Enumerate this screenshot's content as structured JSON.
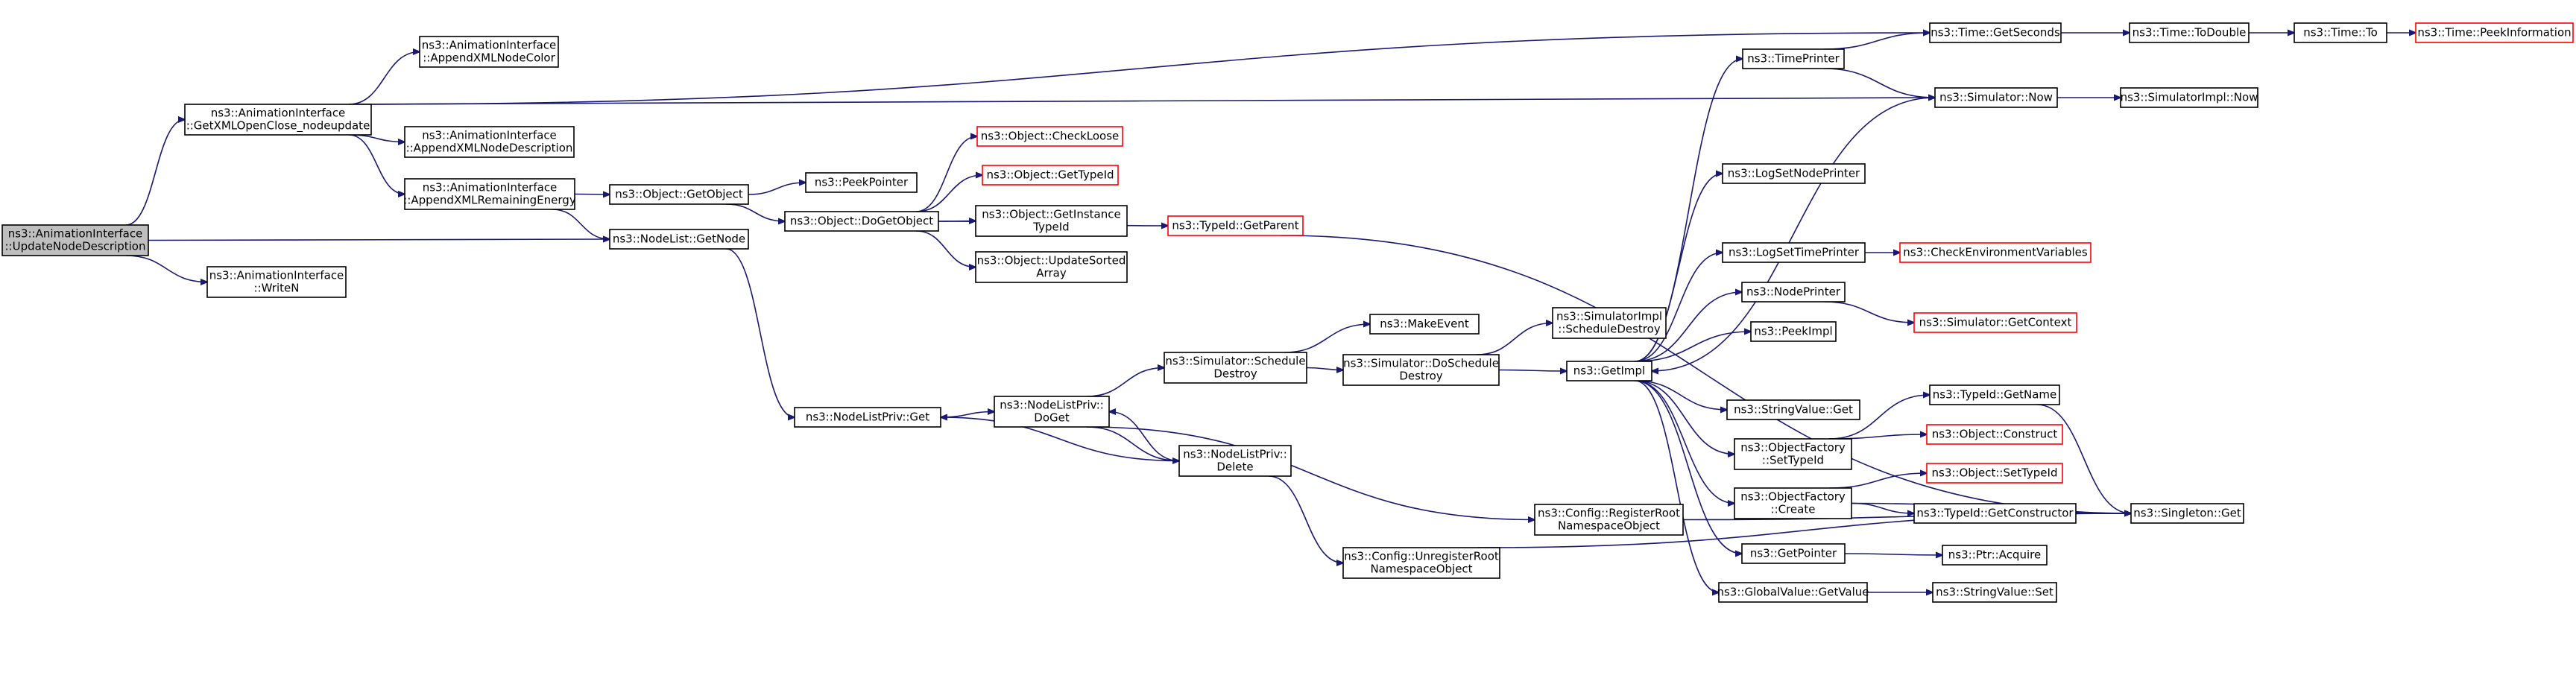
{
  "diagram": {
    "type": "call-graph",
    "colors": {
      "edge": "#191970",
      "node_border": "#000000",
      "truncated_border": "#ff0000",
      "focus_fill": "#bfbfbf",
      "node_fill": "#ffffff"
    },
    "nodes": [
      {
        "id": "n0",
        "lines": [
          "ns3::AnimationInterface",
          "::UpdateNodeDescription"
        ],
        "focus": true
      },
      {
        "id": "n1",
        "lines": [
          "ns3::AnimationInterface",
          "::GetXMLOpenClose_nodeupdate"
        ]
      },
      {
        "id": "n2",
        "lines": [
          "ns3::AnimationInterface",
          "::AppendXMLNodeColor"
        ]
      },
      {
        "id": "n3",
        "lines": [
          "ns3::AnimationInterface",
          "::AppendXMLNodeDescription"
        ]
      },
      {
        "id": "n4",
        "lines": [
          "ns3::AnimationInterface",
          "::AppendXMLRemainingEnergy"
        ]
      },
      {
        "id": "n5",
        "lines": [
          "ns3::Object::GetObject"
        ]
      },
      {
        "id": "n6",
        "lines": [
          "ns3::NodeList::GetNode"
        ]
      },
      {
        "id": "n7",
        "lines": [
          "ns3::AnimationInterface",
          "::WriteN"
        ]
      },
      {
        "id": "n8",
        "lines": [
          "ns3::PeekPointer"
        ]
      },
      {
        "id": "n9",
        "lines": [
          "ns3::Object::DoGetObject"
        ]
      },
      {
        "id": "n10",
        "lines": [
          "ns3::Object::CheckLoose"
        ],
        "truncated": true
      },
      {
        "id": "n11",
        "lines": [
          "ns3::Object::GetTypeId"
        ],
        "truncated": true
      },
      {
        "id": "n12",
        "lines": [
          "ns3::Object::GetInstance",
          "TypeId"
        ]
      },
      {
        "id": "n13",
        "lines": [
          "ns3::Object::UpdateSorted",
          "Array"
        ]
      },
      {
        "id": "n14",
        "lines": [
          "ns3::TypeId::GetParent"
        ],
        "truncated": true
      },
      {
        "id": "n15",
        "lines": [
          "ns3::NodeListPriv::Get"
        ]
      },
      {
        "id": "n16",
        "lines": [
          "ns3::NodeListPriv::",
          "DoGet"
        ]
      },
      {
        "id": "n17",
        "lines": [
          "ns3::NodeListPriv::",
          "Delete"
        ]
      },
      {
        "id": "n18",
        "lines": [
          "ns3::Simulator::Schedule",
          "Destroy"
        ]
      },
      {
        "id": "n19",
        "lines": [
          "ns3::MakeEvent"
        ]
      },
      {
        "id": "n20",
        "lines": [
          "ns3::Simulator::DoSchedule",
          "Destroy"
        ]
      },
      {
        "id": "n21",
        "lines": [
          "ns3::SimulatorImpl",
          "::ScheduleDestroy"
        ]
      },
      {
        "id": "n22",
        "lines": [
          "ns3::GetImpl"
        ]
      },
      {
        "id": "n23",
        "lines": [
          "ns3::Config::RegisterRoot",
          "NamespaceObject"
        ]
      },
      {
        "id": "n24",
        "lines": [
          "ns3::Config::UnregisterRoot",
          "NamespaceObject"
        ]
      },
      {
        "id": "n25",
        "lines": [
          "ns3::TimePrinter"
        ]
      },
      {
        "id": "n26",
        "lines": [
          "ns3::LogSetNodePrinter"
        ]
      },
      {
        "id": "n27",
        "lines": [
          "ns3::LogSetTimePrinter"
        ]
      },
      {
        "id": "n28",
        "lines": [
          "ns3::NodePrinter"
        ]
      },
      {
        "id": "n29",
        "lines": [
          "ns3::PeekImpl"
        ]
      },
      {
        "id": "n30",
        "lines": [
          "ns3::StringValue::Get"
        ]
      },
      {
        "id": "n31",
        "lines": [
          "ns3::ObjectFactory",
          "::SetTypeId"
        ]
      },
      {
        "id": "n32",
        "lines": [
          "ns3::ObjectFactory",
          "::Create"
        ]
      },
      {
        "id": "n33",
        "lines": [
          "ns3::GetPointer"
        ]
      },
      {
        "id": "n34",
        "lines": [
          "ns3::GlobalValue::GetValue"
        ]
      },
      {
        "id": "n35",
        "lines": [
          "ns3::Time::GetSeconds"
        ]
      },
      {
        "id": "n36",
        "lines": [
          "ns3::Time::ToDouble"
        ]
      },
      {
        "id": "n37",
        "lines": [
          "ns3::Time::To"
        ]
      },
      {
        "id": "n38",
        "lines": [
          "ns3::Time::PeekInformation"
        ],
        "truncated": true
      },
      {
        "id": "n39",
        "lines": [
          "ns3::Simulator::Now"
        ]
      },
      {
        "id": "n40",
        "lines": [
          "ns3::SimulatorImpl::Now"
        ]
      },
      {
        "id": "n41",
        "lines": [
          "ns3::CheckEnvironmentVariables"
        ],
        "truncated": true
      },
      {
        "id": "n42",
        "lines": [
          "ns3::Simulator::GetContext"
        ],
        "truncated": true
      },
      {
        "id": "n43",
        "lines": [
          "ns3::TypeId::GetName"
        ]
      },
      {
        "id": "n44",
        "lines": [
          "ns3::Object::Construct"
        ],
        "truncated": true
      },
      {
        "id": "n45",
        "lines": [
          "ns3::Object::SetTypeId"
        ],
        "truncated": true
      },
      {
        "id": "n46",
        "lines": [
          "ns3::TypeId::GetConstructor"
        ]
      },
      {
        "id": "n47",
        "lines": [
          "ns3::Singleton::Get"
        ]
      },
      {
        "id": "n48",
        "lines": [
          "ns3::Ptr::Acquire"
        ]
      },
      {
        "id": "n49",
        "lines": [
          "ns3::StringValue::Set"
        ]
      }
    ],
    "edges": [
      [
        "n0",
        "n1"
      ],
      [
        "n0",
        "n6"
      ],
      [
        "n0",
        "n7"
      ],
      [
        "n1",
        "n35"
      ],
      [
        "n1",
        "n2"
      ],
      [
        "n1",
        "n39"
      ],
      [
        "n1",
        "n3"
      ],
      [
        "n1",
        "n4"
      ],
      [
        "n4",
        "n5"
      ],
      [
        "n4",
        "n6"
      ],
      [
        "n5",
        "n8"
      ],
      [
        "n5",
        "n9"
      ],
      [
        "n9",
        "n10"
      ],
      [
        "n9",
        "n11"
      ],
      [
        "n9",
        "n12"
      ],
      [
        "n9",
        "n13"
      ],
      [
        "n9",
        "n14"
      ],
      [
        "n14",
        "n47"
      ],
      [
        "n6",
        "n15"
      ],
      [
        "n15",
        "n16"
      ],
      [
        "n16",
        "n18"
      ],
      [
        "n16",
        "n17"
      ],
      [
        "n16",
        "n23"
      ],
      [
        "n17",
        "n15"
      ],
      [
        "n17",
        "n16"
      ],
      [
        "n17",
        "n24"
      ],
      [
        "n18",
        "n19"
      ],
      [
        "n18",
        "n20"
      ],
      [
        "n20",
        "n21"
      ],
      [
        "n20",
        "n22"
      ],
      [
        "n22",
        "n25"
      ],
      [
        "n22",
        "n26"
      ],
      [
        "n22",
        "n27"
      ],
      [
        "n22",
        "n28"
      ],
      [
        "n22",
        "n29"
      ],
      [
        "n22",
        "n30"
      ],
      [
        "n22",
        "n31"
      ],
      [
        "n22",
        "n32"
      ],
      [
        "n22",
        "n33"
      ],
      [
        "n22",
        "n34"
      ],
      [
        "n39",
        "n22"
      ],
      [
        "n39",
        "n40"
      ],
      [
        "n25",
        "n35"
      ],
      [
        "n25",
        "n39"
      ],
      [
        "n27",
        "n41"
      ],
      [
        "n28",
        "n42"
      ],
      [
        "n35",
        "n36"
      ],
      [
        "n36",
        "n37"
      ],
      [
        "n37",
        "n38"
      ],
      [
        "n31",
        "n43"
      ],
      [
        "n31",
        "n44"
      ],
      [
        "n32",
        "n45"
      ],
      [
        "n32",
        "n46"
      ],
      [
        "n32",
        "n47"
      ],
      [
        "n43",
        "n47"
      ],
      [
        "n46",
        "n47"
      ],
      [
        "n33",
        "n48"
      ],
      [
        "n34",
        "n49"
      ],
      [
        "n23",
        "n47"
      ],
      [
        "n24",
        "n47"
      ]
    ]
  }
}
